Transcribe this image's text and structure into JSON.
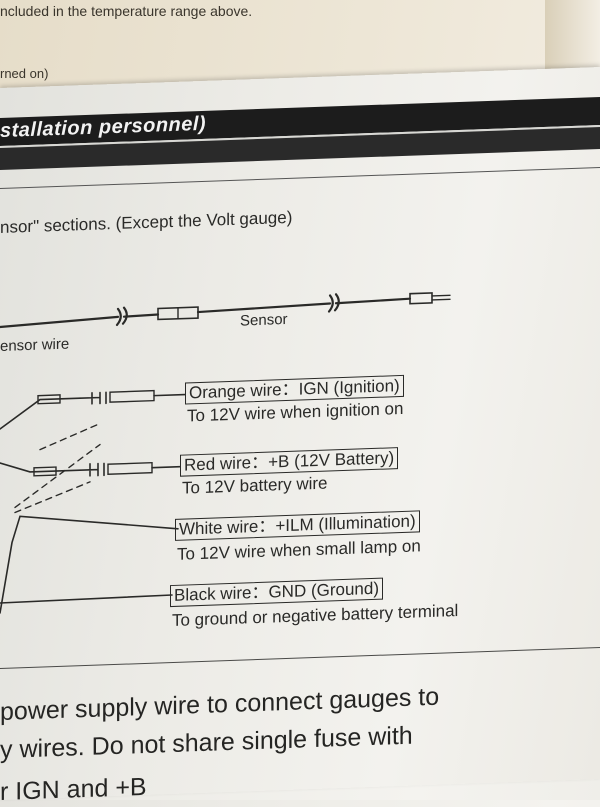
{
  "background_page": {
    "line1": "ncluded in the temperature range above.",
    "line2": "rned on)"
  },
  "section": {
    "header": "stallation personnel)"
  },
  "intro_text": "nsor\" sections. (Except the Volt gauge)",
  "diagram": {
    "sensor_label": "Sensor",
    "sensor_wire_label": "ensor wire",
    "wires": [
      {
        "label": "Orange wire：IGN (Ignition)",
        "description": "To 12V wire when ignition on"
      },
      {
        "label": "Red wire：+B (12V Battery)",
        "description": "To 12V battery wire"
      },
      {
        "label": "White wire：+ILM (Illumination)",
        "description": "To 12V wire when small lamp on"
      },
      {
        "label": "Black wire：GND (Ground)",
        "description": "To ground or negative battery terminal"
      }
    ]
  },
  "bottom": {
    "line1": "power supply wire to connect gauges to",
    "line2": "y wires. Do not share single fuse with",
    "line3": "r IGN and +B"
  },
  "colors": {
    "header_band": "#1c1c1c",
    "paper": "#eeede8",
    "ink": "#2a2a28"
  }
}
